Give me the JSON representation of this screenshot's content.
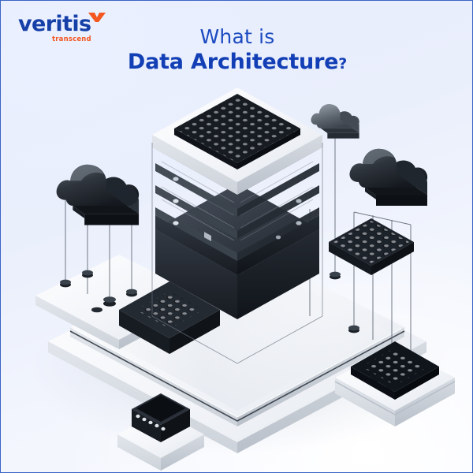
{
  "brand": {
    "logo_word": "veritis",
    "logo_tagline": "transcend",
    "logo_word_color": "#1540a8",
    "logo_accent_color": "#f4561f",
    "swoosh_icon": "veritis-swoosh-icon"
  },
  "title": {
    "line1": "What is",
    "line2": "Data Architecture",
    "question_mark": "?",
    "color": "#123fb5"
  },
  "theme": {
    "background_top": "#e7edfd",
    "background_bottom": "#f7f9fe",
    "border_color": "#3a63c4",
    "dark_hardware": "#2a2f37",
    "light_platform": "#f4f6f9",
    "mid_gray": "#6e7682"
  },
  "illustration": {
    "name": "data-architecture-isometric-illustration",
    "elements": [
      {
        "id": "server-stack",
        "label": "Stacked server rack tower",
        "units": 6
      },
      {
        "id": "top-vent-panel",
        "label": "Perforated cooling grid panel"
      },
      {
        "id": "cloud-large-left",
        "label": "Large dark cloud node (left)"
      },
      {
        "id": "cloud-large-right",
        "label": "Large dark cloud node (right)"
      },
      {
        "id": "cloud-small-top",
        "label": "Small gray cloud node (top right)"
      },
      {
        "id": "grid-panel-right",
        "label": "Perforated dark grid panel (right)"
      },
      {
        "id": "grid-panel-left",
        "label": "Perforated dark grid module (left)"
      },
      {
        "id": "pin-array-module",
        "label": "Pin grid array module (bottom right)"
      },
      {
        "id": "connector-module",
        "label": "Small connector module (bottom left)"
      },
      {
        "id": "base-platform",
        "label": "Large white isometric platform"
      },
      {
        "id": "connector-lines",
        "label": "Thin connector lines with disc terminals",
        "count": 12
      }
    ]
  }
}
